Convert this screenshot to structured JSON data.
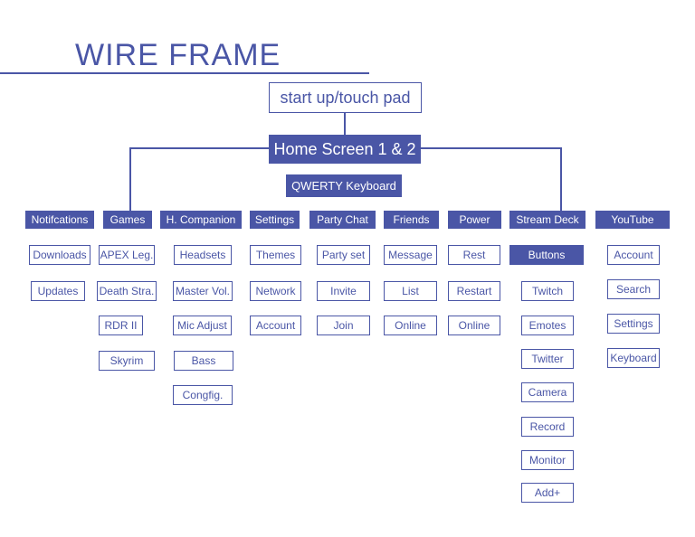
{
  "title": "WIRE FRAME",
  "top": {
    "start": "start up/touch pad",
    "home": "Home Screen 1 & 2",
    "keyboard": "QWERTY Keyboard"
  },
  "headers": [
    "Notifcations",
    "Games",
    "H. Companion",
    "Settings",
    "Party Chat",
    "Friends",
    "Power",
    "Stream Deck",
    "YouTube"
  ],
  "notifications": [
    "Downloads",
    "Updates"
  ],
  "games": [
    "APEX Leg.",
    "Death Stra.",
    "RDR II",
    "Skyrim"
  ],
  "companion": [
    "Headsets",
    "Master Vol.",
    "Mic Adjust",
    "Bass",
    "Congfig."
  ],
  "settings": [
    "Themes",
    "Network",
    "Account"
  ],
  "party": [
    "Party set",
    "Invite",
    "Join"
  ],
  "friends": [
    "Message",
    "List",
    "Online"
  ],
  "power": [
    "Rest",
    "Restart",
    "Online"
  ],
  "stream": [
    "Buttons",
    "Twitch",
    "Emotes",
    "Twitter",
    "Camera",
    "Record",
    "Monitor",
    "Add+"
  ],
  "youtube": [
    "Account",
    "Search",
    "Settings",
    "Keyboard"
  ],
  "colors": {
    "accent": "#4a56a6"
  }
}
